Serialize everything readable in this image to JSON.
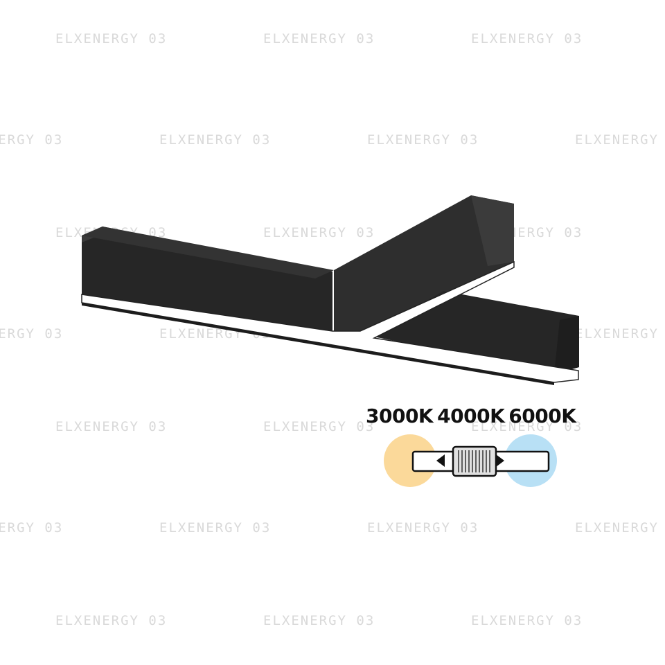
{
  "product": {
    "name": "T-shaped linear LED luminaire",
    "housing_color": "#2a2a2a",
    "diffuser_color": "#ffffff"
  },
  "color_temperature": {
    "labels": [
      "3000K",
      "4000K",
      "6000K"
    ],
    "warm_color": "#fbd99a",
    "cool_color": "#b8e0f5",
    "switch_icon": "cct-slide-switch-icon"
  },
  "watermark": {
    "text": "ELXENERGY 03"
  }
}
